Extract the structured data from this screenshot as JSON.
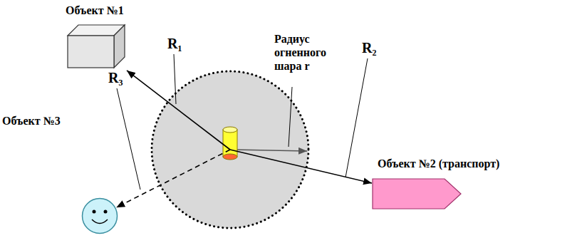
{
  "diagram": {
    "nodes": [
      {
        "text": [
          "Объект №1"
        ]
      },
      {
        "text": [
          "Радиус огненного шара r"
        ]
      },
      {
        "text": [
          "Объект №3"
        ]
      },
      {
        "text": [
          "Объект №2 (транспорт)"
        ]
      }
    ],
    "edges": [
      {
        "from": 1,
        "to": 0,
        "arrow": "to",
        "label": "R₁"
      },
      {
        "from": 1,
        "to": 3,
        "arrow": "to",
        "label": "R₂"
      },
      {
        "from": 1,
        "to": 2,
        "arrow": "to",
        "label": "R₃"
      }
    ]
  }
}
